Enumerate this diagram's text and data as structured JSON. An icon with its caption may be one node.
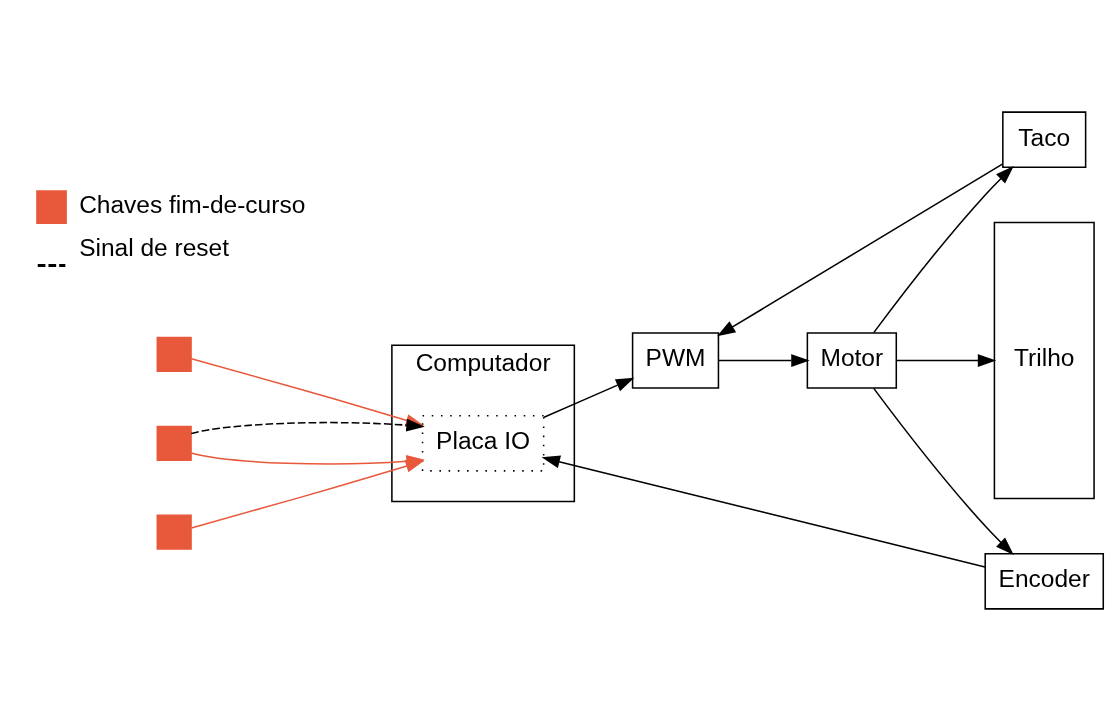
{
  "diagram": {
    "nodes": [
      {
        "text": [
          "Computador"
        ]
      },
      {
        "text": [
          "Placa IO"
        ],
        "in": 0
      },
      {
        "text": [
          "Taco"
        ]
      },
      {
        "text": [
          "PWM"
        ]
      },
      {
        "text": [
          "Motor"
        ]
      },
      {
        "text": [
          "Encoder"
        ]
      },
      {
        "text": [
          "Trilho"
        ]
      },
      {
        "text": [],
        "shape": "box"
      },
      {
        "text": [],
        "shape": "box"
      },
      {
        "text": [],
        "shape": "box"
      }
    ],
    "edges": [
      {
        "from": 1,
        "to": 3,
        "arrow": "to"
      },
      {
        "from": 2,
        "to": 3,
        "arrow": "to"
      },
      {
        "from": 3,
        "to": 4,
        "arrow": "to"
      },
      {
        "from": 4,
        "to": 2,
        "arrow": "to"
      },
      {
        "from": 4,
        "to": 6,
        "arrow": "to"
      },
      {
        "from": 4,
        "to": 5,
        "arrow": "to"
      },
      {
        "from": 5,
        "to": 1,
        "arrow": "to"
      },
      {
        "from": 7,
        "to": 1,
        "arrow": "to",
        "color": "#e8583a"
      },
      {
        "from": 8,
        "to": 1,
        "arrow": "to",
        "color": "#e8583a"
      },
      {
        "from": 9,
        "to": 1,
        "arrow": "to",
        "color": "#e8583a"
      },
      {
        "from": 8,
        "to": 1,
        "arrow": "to",
        "style": "dashed"
      }
    ],
    "legend": [
      {
        "text": "Chaves fim-de-curso",
        "color": "#e8583a"
      },
      {
        "text": "Sinal de reset"
      }
    ]
  }
}
